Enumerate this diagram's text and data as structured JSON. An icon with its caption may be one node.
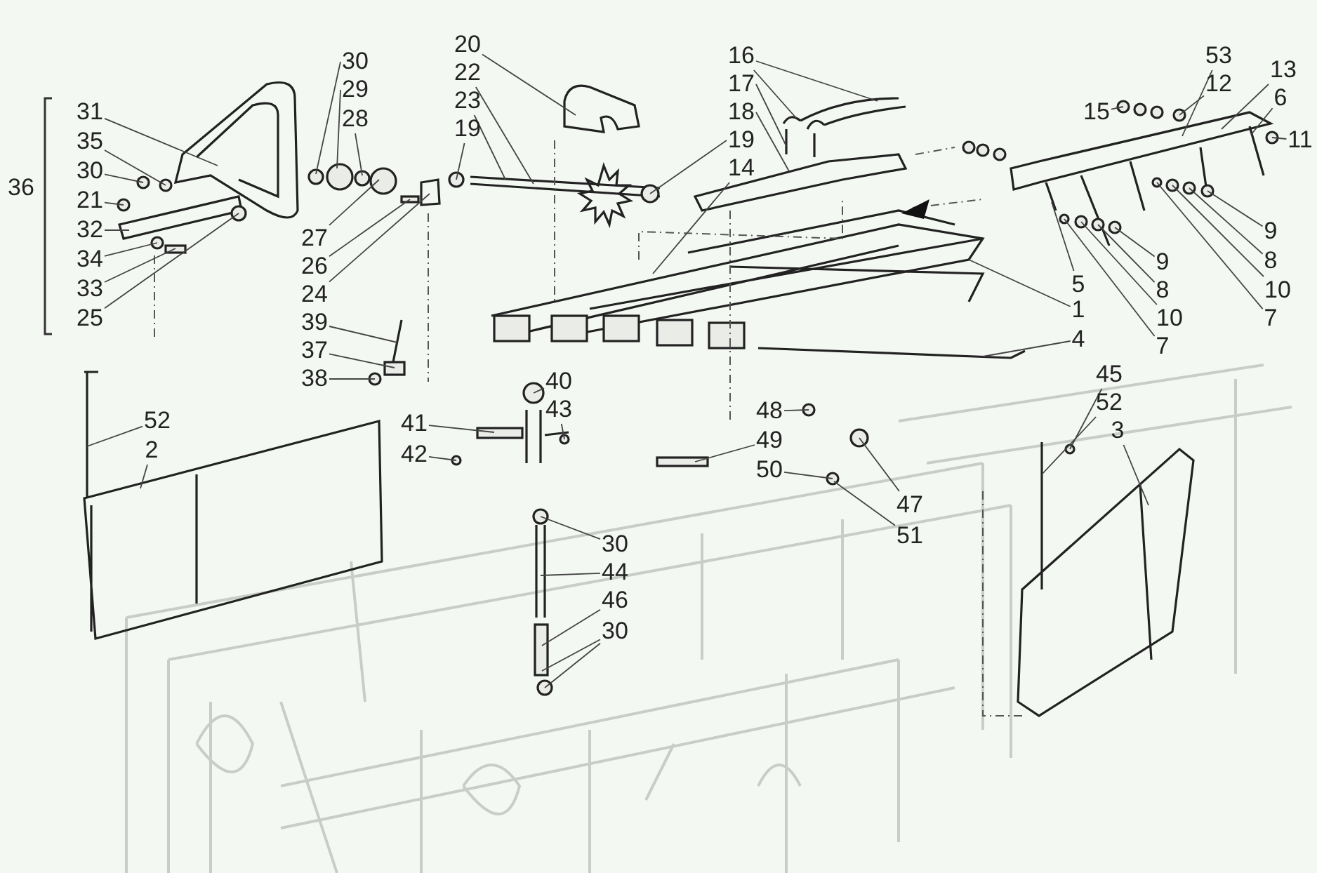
{
  "diagram": {
    "nodes": [
      {
        "text": [
          "31"
        ]
      },
      {
        "text": [
          "35"
        ]
      },
      {
        "text": [
          "30"
        ]
      },
      {
        "text": [
          "21"
        ]
      },
      {
        "text": [
          "32"
        ]
      },
      {
        "text": [
          "34"
        ]
      },
      {
        "text": [
          "33"
        ]
      },
      {
        "text": [
          "25"
        ]
      },
      {
        "text": [
          "36"
        ]
      },
      {
        "text": [
          "30"
        ]
      },
      {
        "text": [
          "29"
        ]
      },
      {
        "text": [
          "28"
        ]
      },
      {
        "text": [
          "27"
        ]
      },
      {
        "text": [
          "26"
        ]
      },
      {
        "text": [
          "24"
        ]
      },
      {
        "text": [
          "39"
        ]
      },
      {
        "text": [
          "37"
        ]
      },
      {
        "text": [
          "38"
        ]
      },
      {
        "text": [
          "20"
        ]
      },
      {
        "text": [
          "22"
        ]
      },
      {
        "text": [
          "23"
        ]
      },
      {
        "text": [
          "19"
        ]
      },
      {
        "text": [
          "16"
        ]
      },
      {
        "text": [
          "17"
        ]
      },
      {
        "text": [
          "18"
        ]
      },
      {
        "text": [
          "19"
        ]
      },
      {
        "text": [
          "14"
        ]
      },
      {
        "text": [
          "53"
        ]
      },
      {
        "text": [
          "12"
        ]
      },
      {
        "text": [
          "13"
        ]
      },
      {
        "text": [
          "6"
        ]
      },
      {
        "text": [
          "11"
        ]
      },
      {
        "text": [
          "15"
        ]
      },
      {
        "text": [
          "9"
        ]
      },
      {
        "text": [
          "8"
        ]
      },
      {
        "text": [
          "10"
        ]
      },
      {
        "text": [
          "7"
        ]
      },
      {
        "text": [
          "9"
        ]
      },
      {
        "text": [
          "8"
        ]
      },
      {
        "text": [
          "10"
        ]
      },
      {
        "text": [
          "7"
        ]
      },
      {
        "text": [
          "5"
        ]
      },
      {
        "text": [
          "1"
        ]
      },
      {
        "text": [
          "4"
        ]
      },
      {
        "text": [
          "45"
        ]
      },
      {
        "text": [
          "52"
        ]
      },
      {
        "text": [
          "3"
        ]
      },
      {
        "text": [
          "52"
        ]
      },
      {
        "text": [
          "2"
        ]
      },
      {
        "text": [
          "40"
        ]
      },
      {
        "text": [
          "43"
        ]
      },
      {
        "text": [
          "41"
        ]
      },
      {
        "text": [
          "42"
        ]
      },
      {
        "text": [
          "48"
        ]
      },
      {
        "text": [
          "49"
        ]
      },
      {
        "text": [
          "50"
        ]
      },
      {
        "text": [
          "47"
        ]
      },
      {
        "text": [
          "51"
        ]
      },
      {
        "text": [
          "30"
        ]
      },
      {
        "text": [
          "44"
        ]
      },
      {
        "text": [
          "46"
        ]
      },
      {
        "text": [
          "30"
        ]
      }
    ],
    "edges": [
      {
        "from": 0,
        "to": null,
        "arrow": "none"
      },
      {
        "from": 1,
        "to": null,
        "arrow": "none"
      },
      {
        "from": 2,
        "to": null,
        "arrow": "none"
      },
      {
        "from": 3,
        "to": null,
        "arrow": "none"
      },
      {
        "from": 4,
        "to": null,
        "arrow": "none"
      },
      {
        "from": 5,
        "to": null,
        "arrow": "none"
      },
      {
        "from": 6,
        "to": null,
        "arrow": "none"
      },
      {
        "from": 7,
        "to": null,
        "arrow": "none"
      },
      {
        "from": 9,
        "to": null,
        "arrow": "none"
      },
      {
        "from": 10,
        "to": null,
        "arrow": "none"
      },
      {
        "from": 11,
        "to": null,
        "arrow": "none"
      },
      {
        "from": 12,
        "to": null,
        "arrow": "none"
      },
      {
        "from": 13,
        "to": null,
        "arrow": "none"
      },
      {
        "from": 14,
        "to": null,
        "arrow": "none"
      },
      {
        "from": 15,
        "to": null,
        "arrow": "none"
      },
      {
        "from": 16,
        "to": null,
        "arrow": "none"
      },
      {
        "from": 17,
        "to": null,
        "arrow": "none"
      },
      {
        "from": 18,
        "to": null,
        "arrow": "none"
      },
      {
        "from": 19,
        "to": null,
        "arrow": "none"
      },
      {
        "from": 20,
        "to": null,
        "arrow": "none"
      },
      {
        "from": 21,
        "to": null,
        "arrow": "none"
      },
      {
        "from": 22,
        "to": null,
        "arrow": "none"
      },
      {
        "from": 22,
        "to": null,
        "arrow": "none"
      },
      {
        "from": 23,
        "to": null,
        "arrow": "none"
      },
      {
        "from": 24,
        "to": null,
        "arrow": "none"
      },
      {
        "from": 25,
        "to": null,
        "arrow": "none"
      },
      {
        "from": 26,
        "to": null,
        "arrow": "none"
      },
      {
        "from": 27,
        "to": null,
        "arrow": "none"
      },
      {
        "from": 28,
        "to": null,
        "arrow": "none"
      },
      {
        "from": 29,
        "to": null,
        "arrow": "none"
      },
      {
        "from": 30,
        "to": null,
        "arrow": "none"
      },
      {
        "from": 31,
        "to": null,
        "arrow": "none"
      },
      {
        "from": 32,
        "to": null,
        "arrow": "none"
      },
      {
        "from": 33,
        "to": null,
        "arrow": "none"
      },
      {
        "from": 34,
        "to": null,
        "arrow": "none"
      },
      {
        "from": 35,
        "to": null,
        "arrow": "none"
      },
      {
        "from": 36,
        "to": null,
        "arrow": "none"
      },
      {
        "from": 37,
        "to": null,
        "arrow": "none"
      },
      {
        "from": 38,
        "to": null,
        "arrow": "none"
      },
      {
        "from": 39,
        "to": null,
        "arrow": "none"
      },
      {
        "from": 40,
        "to": null,
        "arrow": "none"
      },
      {
        "from": 41,
        "to": null,
        "arrow": "none"
      },
      {
        "from": 42,
        "to": null,
        "arrow": "none"
      },
      {
        "from": 43,
        "to": null,
        "arrow": "none"
      },
      {
        "from": 44,
        "to": null,
        "arrow": "none"
      },
      {
        "from": 45,
        "to": null,
        "arrow": "none"
      },
      {
        "from": 46,
        "to": null,
        "arrow": "none"
      },
      {
        "from": 47,
        "to": null,
        "arrow": "none"
      },
      {
        "from": 48,
        "to": null,
        "arrow": "none"
      },
      {
        "from": 49,
        "to": null,
        "arrow": "none"
      },
      {
        "from": 50,
        "to": null,
        "arrow": "none"
      },
      {
        "from": 51,
        "to": null,
        "arrow": "none"
      },
      {
        "from": 52,
        "to": null,
        "arrow": "none"
      },
      {
        "from": 53,
        "to": null,
        "arrow": "none"
      },
      {
        "from": 54,
        "to": null,
        "arrow": "none"
      },
      {
        "from": 55,
        "to": null,
        "arrow": "none"
      },
      {
        "from": 56,
        "to": null,
        "arrow": "none"
      },
      {
        "from": 57,
        "to": null,
        "arrow": "none"
      },
      {
        "from": 58,
        "to": null,
        "arrow": "none"
      },
      {
        "from": 59,
        "to": null,
        "arrow": "none"
      },
      {
        "from": 60,
        "to": null,
        "arrow": "none"
      },
      {
        "from": 61,
        "to": null,
        "arrow": "none"
      },
      {
        "from": 61,
        "to": null,
        "arrow": "none"
      }
    ]
  }
}
